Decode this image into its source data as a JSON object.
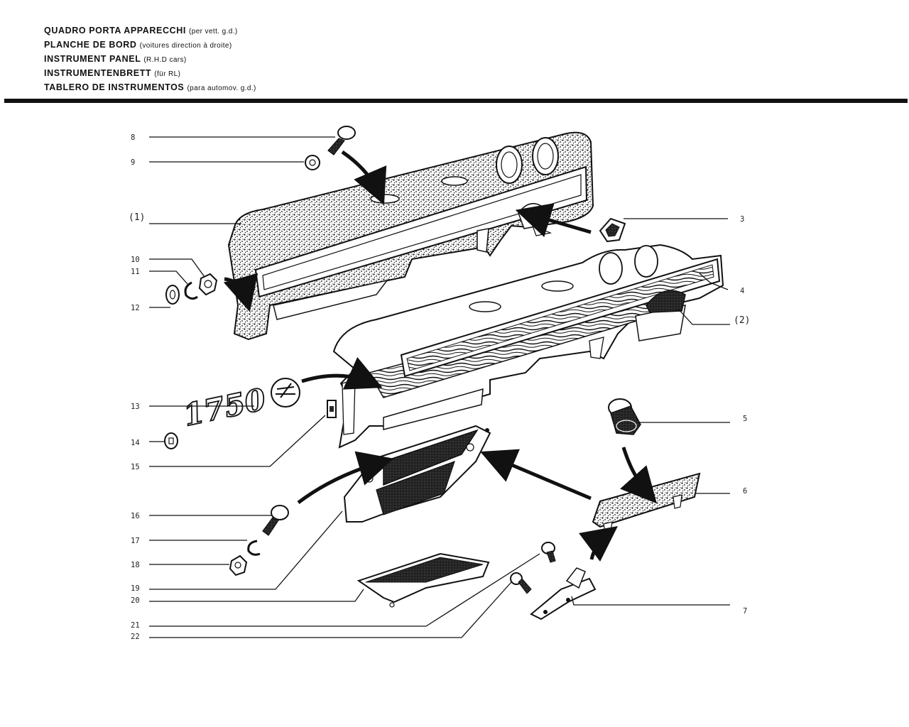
{
  "title_lines": [
    {
      "main": "QUADRO PORTA APPARECCHI",
      "sub": "(per vett. g.d.)"
    },
    {
      "main": "PLANCHE DE BORD",
      "sub": "(voitures direction à droite)"
    },
    {
      "main": "INSTRUMENT PANEL",
      "sub": "(R.H.D cars)"
    },
    {
      "main": "INSTRUMENTENBRETT",
      "sub": "(für RL)"
    },
    {
      "main": "TABLERO DE INSTRUMENTOS",
      "sub": "(para automov. g.d.)"
    }
  ],
  "emblem_text": "1750",
  "callouts": {
    "c8": "8",
    "c9": "9",
    "c1": "(1)",
    "c10": "10",
    "c11": "11",
    "c12": "12",
    "c3": "3",
    "c4": "4",
    "c2": "(2)",
    "c13": "13",
    "c14": "14",
    "c15": "15",
    "c5": "5",
    "c6": "6",
    "c16": "16",
    "c17": "17",
    "c18": "18",
    "c19": "19",
    "c20": "20",
    "c21": "21",
    "c22": "22",
    "c7": "7"
  }
}
